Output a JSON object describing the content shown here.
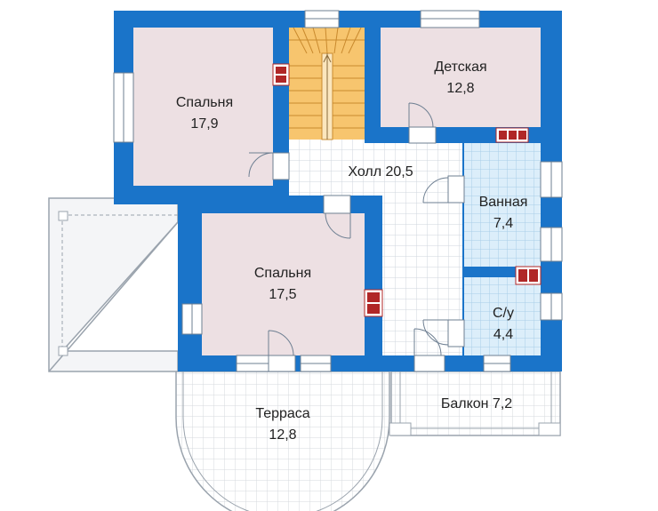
{
  "colors": {
    "wall": "#1a74c9",
    "bedroom": "#ede0e3",
    "hall_tile": "#ffffff",
    "hall_grid": "#cfd6dd",
    "bath": "#dceefa",
    "bath_grid": "#a9cde8",
    "stairs": "#f7c56e",
    "stairs_line": "#c98a2e",
    "outdoor_grid": "#d5d9de",
    "vent": "#b02727"
  },
  "rooms": {
    "bedroom_top": {
      "name": "Спальня",
      "area": "17,9"
    },
    "kids": {
      "name": "Детская",
      "area": "12,8"
    },
    "hall": {
      "name": "Холл 20,5"
    },
    "bath": {
      "name": "Ванная",
      "area": "7,4"
    },
    "bedroom_mid": {
      "name": "Спальня",
      "area": "17,5"
    },
    "wc": {
      "name": "С/у",
      "area": "4,4"
    },
    "terrace": {
      "name": "Терраса",
      "area": "12,8"
    },
    "balcony": {
      "name": "Балкон 7,2"
    }
  }
}
